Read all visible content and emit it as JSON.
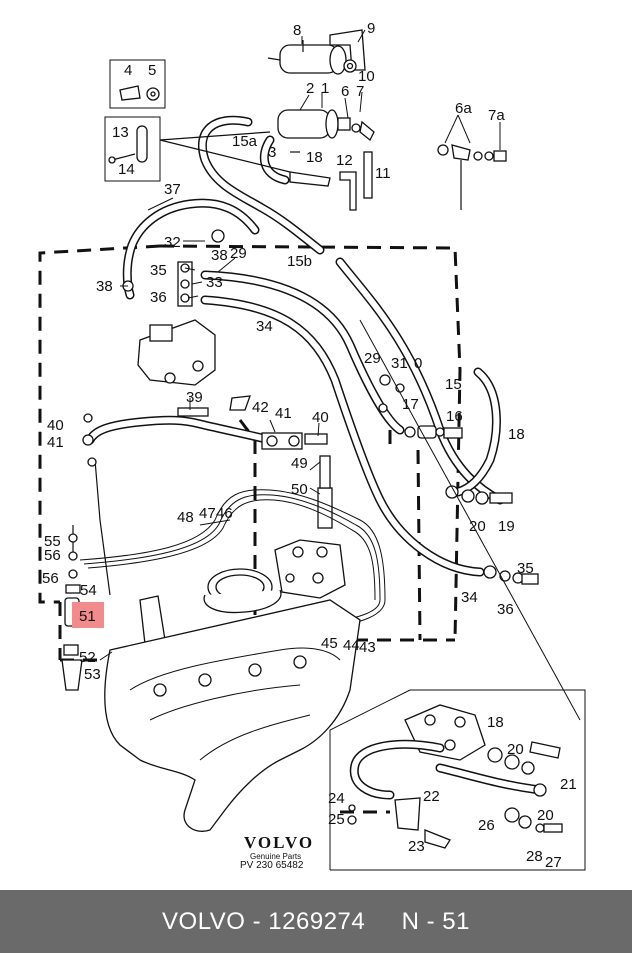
{
  "callouts": [
    "8",
    "9",
    "4",
    "5",
    "10",
    "2",
    "1",
    "6",
    "7",
    "13",
    "15a",
    "3",
    "18",
    "12",
    "11",
    "14",
    "6a",
    "7a",
    "37",
    "32",
    "38",
    "29",
    "15b",
    "38",
    "35",
    "33",
    "36",
    "34",
    "29",
    "31",
    "0",
    "15",
    "39",
    "42",
    "41",
    "40",
    "40",
    "41",
    "17",
    "16",
    "18",
    "49",
    "50",
    "48",
    "47",
    "46",
    "55",
    "56",
    "56",
    "54",
    "51",
    "52",
    "53",
    "45",
    "44",
    "43",
    "20",
    "19",
    "35",
    "34",
    "36",
    "18",
    "20",
    "21",
    "24",
    "25",
    "22",
    "23",
    "26",
    "20",
    "28",
    "27"
  ],
  "highlight": {
    "label": "51",
    "color": "#f28b8b"
  },
  "logo": {
    "brand": "VOLVO",
    "line1": "Genuine Parts",
    "line2": "PV 230 65482"
  },
  "footer": {
    "brand": "VOLVO",
    "separator": "-",
    "part_number": "1269274",
    "ref_prefix": "N",
    "ref_separator": "-",
    "ref_number": "51"
  },
  "colors": {
    "footer_bg": "#6a6a6a",
    "footer_text": "#ffffff",
    "highlight": "#f28b8b"
  }
}
